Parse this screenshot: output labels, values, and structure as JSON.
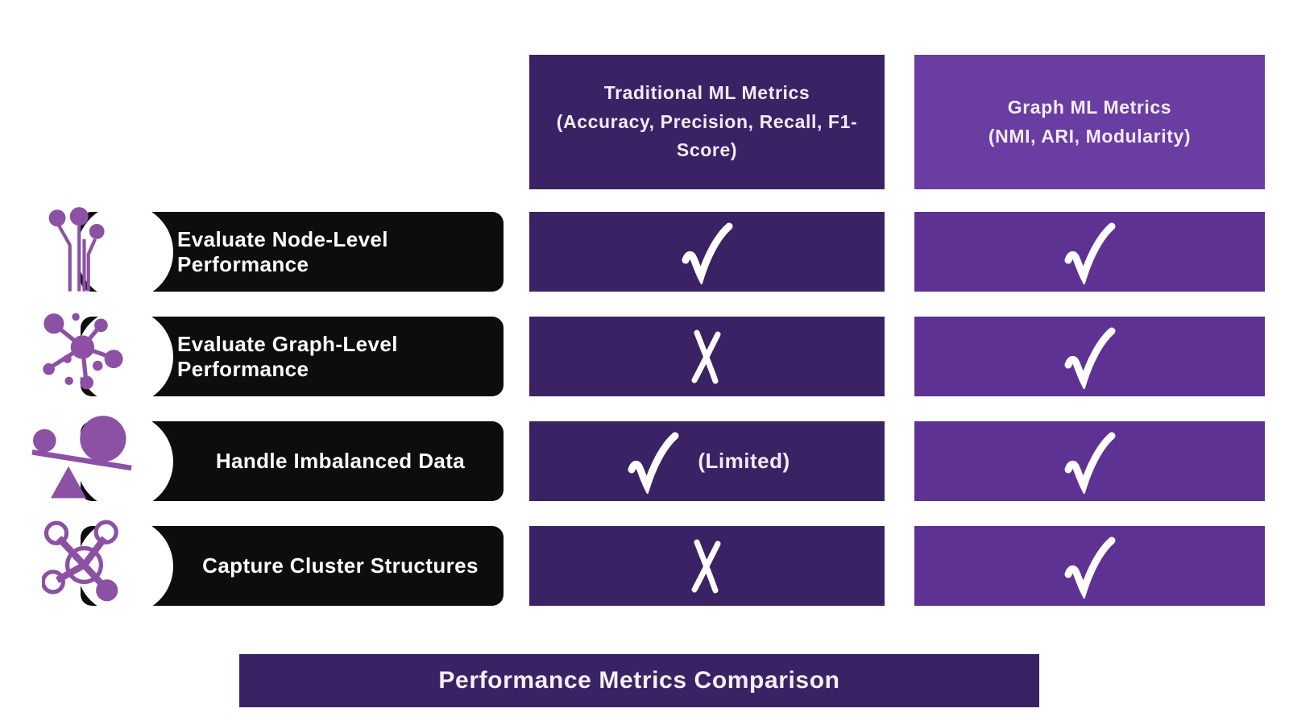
{
  "title_bar": {
    "label": "Performance Metrics Comparison"
  },
  "columns": [
    {
      "id": "traditional",
      "title": "Traditional ML Metrics",
      "subtitle": "(Accuracy, Precision, Recall, F1-Score)"
    },
    {
      "id": "graph",
      "title": "Graph ML Metrics",
      "subtitle": "(NMI, ARI, Modularity)"
    }
  ],
  "rows": [
    {
      "label": "Evaluate Node-Level Performance",
      "icon": "node-pins-icon",
      "traditional": {
        "mark": "check",
        "note": ""
      },
      "graph": {
        "mark": "check",
        "note": ""
      }
    },
    {
      "label": "Evaluate Graph-Level Performance",
      "icon": "network-hub-icon",
      "traditional": {
        "mark": "x",
        "note": ""
      },
      "graph": {
        "mark": "check",
        "note": ""
      }
    },
    {
      "label": "Handle Imbalanced Data",
      "icon": "balance-scale-icon",
      "traditional": {
        "mark": "check",
        "note": "(Limited)"
      },
      "graph": {
        "mark": "check",
        "note": ""
      }
    },
    {
      "label": "Capture Cluster Structures",
      "icon": "cluster-icon",
      "traditional": {
        "mark": "x",
        "note": ""
      },
      "graph": {
        "mark": "check",
        "note": ""
      }
    }
  ],
  "colors": {
    "traditional_column": "#3B2264",
    "graph_header": "#6A3DA3",
    "graph_cells": "#5E3292",
    "row_pill": "#0D0C0E",
    "icon_purple": "#8C51A5",
    "text": "#FFFFFF"
  }
}
